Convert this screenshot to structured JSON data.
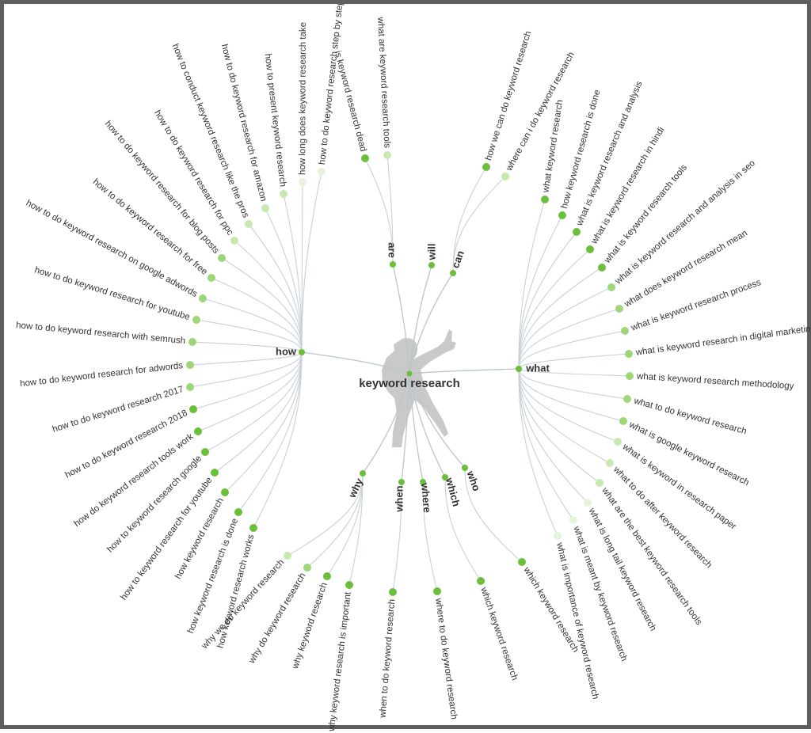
{
  "root": {
    "label": "keyword research",
    "node_color": "#6cbf3b"
  },
  "palette": {
    "line": "#c7d1d6",
    "node_strong": "#6cbf3b",
    "node_mid": "#9fd67a",
    "node_light": "#c8e8b2",
    "node_faint": "#e6f4dc",
    "silhouette": "#c9c9c9",
    "frame": "#5f5f5f"
  },
  "icons": {
    "center": "person-silhouette-icon"
  },
  "hubs": [
    {
      "key": "how",
      "label": "how",
      "children": [
        "how to do keyword research step by step",
        "how long does keyword research take",
        "how to present keyword research",
        "how to do keyword research for amazon",
        "how to conduct keyword research like the pros",
        "how to do keyword research for ppc",
        "how to do keyword research for blog posts",
        "how to do keyword research for free",
        "how to do keyword research on google adwords",
        "how to do keyword research for youtube",
        "how to do keyword research with semrush",
        "how to do keyword research for adwords",
        "how to do keyword research 2017",
        "how to do keyword research 2018",
        "how do keyword research tools work",
        "how to keyword research google",
        "how to keyword research for youtube",
        "how keyword research",
        "how keyword research is done",
        "how keyword research works"
      ]
    },
    {
      "key": "are",
      "label": "are",
      "children": [
        "is keyword research dead",
        "what are keyword research tools"
      ]
    },
    {
      "key": "will",
      "label": "will",
      "children": []
    },
    {
      "key": "can",
      "label": "can",
      "children": [
        "how we can do keyword research",
        "where can i do keyword research"
      ]
    },
    {
      "key": "what",
      "label": "what",
      "children": [
        "what keyword research",
        "how keyword research is done",
        "what is keyword research and analysis",
        "what is keyword research in hindi",
        "what is keyword research tools",
        "what is keyword research and analysis in seo",
        "what does keyword research mean",
        "what is keyword research process",
        "what is keyword research in digital marketing",
        "what is keyword research methodology",
        "what to do keyword research",
        "what is google keyword research",
        "what is keyword in research paper",
        "what to do after keyword research",
        "what are the best keyword research tools",
        "what is long tail keyword research",
        "what is meant by keyword research",
        "what is importance of keyword research"
      ]
    },
    {
      "key": "who",
      "label": "who",
      "children": [
        "which keyword research"
      ]
    },
    {
      "key": "which",
      "label": "which",
      "children": [
        "which keyword research"
      ]
    },
    {
      "key": "where",
      "label": "where",
      "children": [
        "where to do keyword research"
      ]
    },
    {
      "key": "when",
      "label": "when",
      "children": [
        "when to do keyword research"
      ]
    },
    {
      "key": "why",
      "label": "why",
      "children": [
        "why we do keyword research",
        "why do keyword research",
        "why keyword research",
        "why keyword research is important"
      ]
    }
  ]
}
